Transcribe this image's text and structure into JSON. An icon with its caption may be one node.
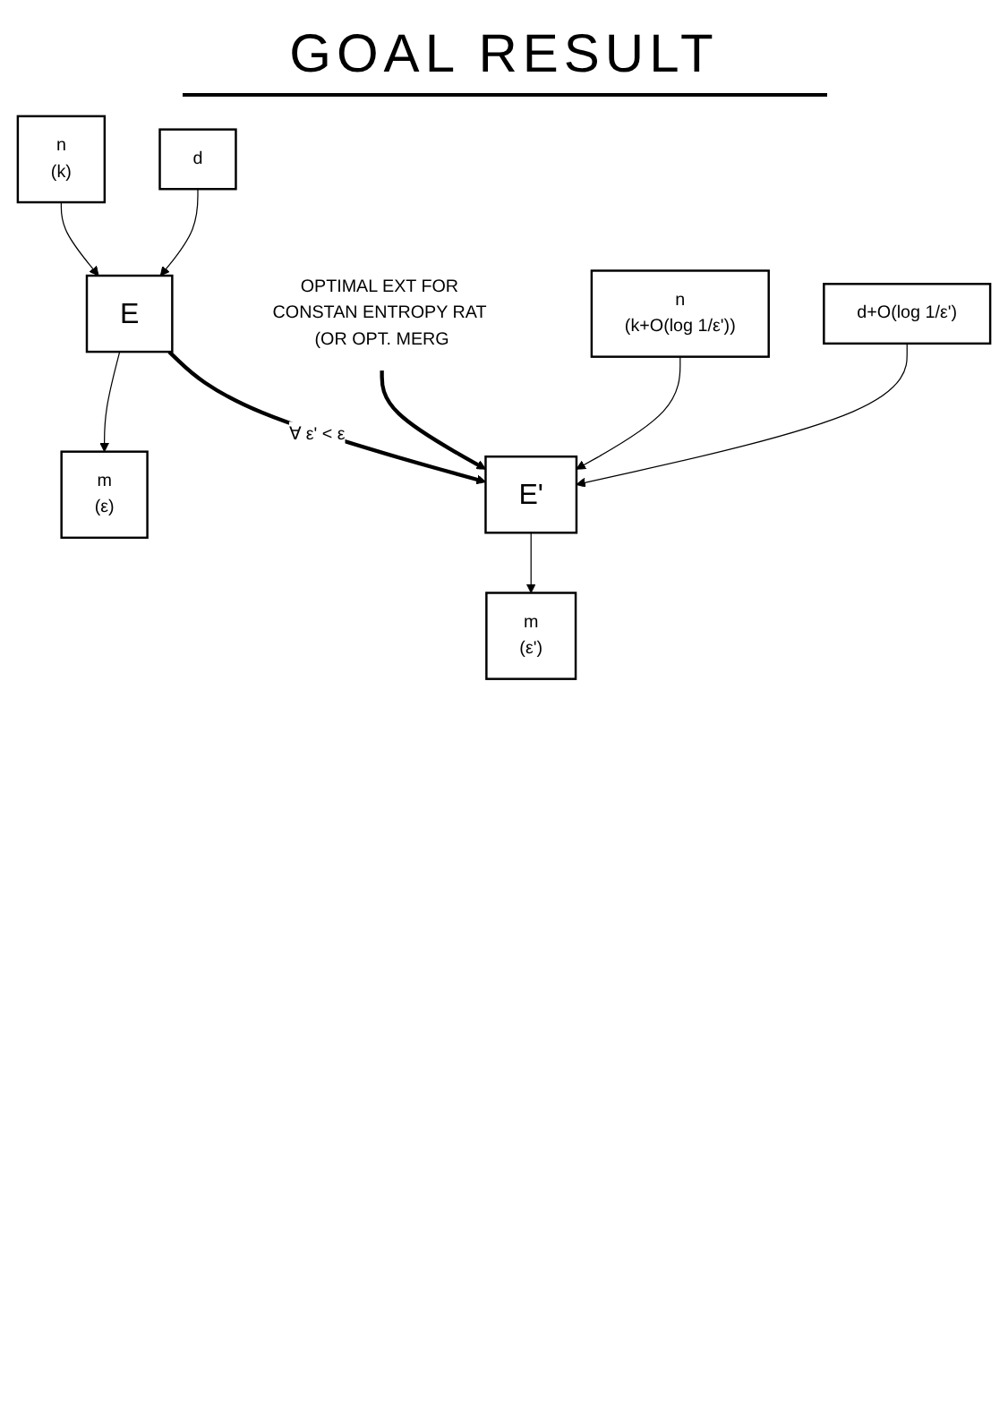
{
  "diagram": {
    "title": "GOAL RESULT",
    "nodes": [
      {
        "text": [
          "n",
          "(k)"
        ]
      },
      {
        "text": [
          "E"
        ]
      },
      {
        "text": [
          "m",
          "(ε)"
        ]
      },
      {
        "text": [
          "d"
        ]
      },
      {
        "text": [
          "OPTIMAL EXT FOR CONSTAN ENTROPY RAT (OR OPT. MERG"
        ]
      },
      {
        "text": [
          "n",
          "(k+O(log 1/ε'))"
        ]
      },
      {
        "text": [
          "E'"
        ]
      },
      {
        "text": [
          "m",
          "(ε')"
        ]
      },
      {
        "text": [
          "d+O(log 1/ε')"
        ]
      }
    ],
    "edges": [
      {
        "from": 0,
        "to": 1,
        "arrow": "to"
      },
      {
        "from": 1,
        "to": 2,
        "arrow": "to"
      },
      {
        "from": 3,
        "to": 1,
        "arrow": "to"
      },
      {
        "from": 1,
        "to": 6,
        "arrow": "to",
        "style": "thick",
        "label": "∀ ε' < ε"
      },
      {
        "from": 4,
        "to": 6,
        "arrow": "to",
        "style": "thick"
      },
      {
        "from": 5,
        "to": 6,
        "arrow": "to"
      },
      {
        "from": 6,
        "to": 7,
        "arrow": "to"
      },
      {
        "from": 8,
        "to": 6,
        "arrow": "to"
      }
    ]
  }
}
